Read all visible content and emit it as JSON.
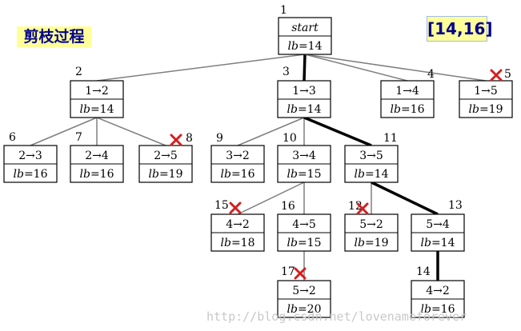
{
  "header": {
    "title": "剪枝过程",
    "bound": "[14,16]"
  },
  "edges": [
    {
      "from": "1",
      "to": "2",
      "bold": false
    },
    {
      "from": "1",
      "to": "3",
      "bold": true
    },
    {
      "from": "1",
      "to": "4",
      "bold": false
    },
    {
      "from": "1",
      "to": "5",
      "bold": false
    },
    {
      "from": "2",
      "to": "6",
      "bold": false
    },
    {
      "from": "2",
      "to": "7",
      "bold": false
    },
    {
      "from": "2",
      "to": "8",
      "bold": false
    },
    {
      "from": "3",
      "to": "9",
      "bold": false
    },
    {
      "from": "3",
      "to": "10",
      "bold": false
    },
    {
      "from": "3",
      "to": "11",
      "bold": true
    },
    {
      "from": "10",
      "to": "15",
      "bold": false
    },
    {
      "from": "10",
      "to": "16",
      "bold": false
    },
    {
      "from": "11",
      "to": "12",
      "bold": false
    },
    {
      "from": "11",
      "to": "13",
      "bold": true
    },
    {
      "from": "16",
      "to": "17",
      "bold": false
    },
    {
      "from": "13",
      "to": "14",
      "bold": true
    }
  ],
  "nodes": [
    {
      "id": "1",
      "top": "start",
      "top_italic": true,
      "lb_label": "lb",
      "lb_value": "=14",
      "pruned": false
    },
    {
      "id": "2",
      "top": "1→2",
      "top_italic": false,
      "lb_label": "lb",
      "lb_value": "=14",
      "pruned": false
    },
    {
      "id": "3",
      "top": "1→3",
      "top_italic": false,
      "lb_label": "lb",
      "lb_value": "=14",
      "pruned": false
    },
    {
      "id": "4",
      "top": "1→4",
      "top_italic": false,
      "lb_label": "lb",
      "lb_value": "=16",
      "pruned": false
    },
    {
      "id": "5",
      "top": "1→5",
      "top_italic": false,
      "lb_label": "lb",
      "lb_value": "=19",
      "pruned": true
    },
    {
      "id": "6",
      "top": "2→3",
      "top_italic": false,
      "lb_label": "lb",
      "lb_value": "=16",
      "pruned": false
    },
    {
      "id": "7",
      "top": "2→4",
      "top_italic": false,
      "lb_label": "lb",
      "lb_value": "=16",
      "pruned": false
    },
    {
      "id": "8",
      "top": "2→5",
      "top_italic": false,
      "lb_label": "lb",
      "lb_value": "=19",
      "pruned": true
    },
    {
      "id": "9",
      "top": "3→2",
      "top_italic": false,
      "lb_label": "lb",
      "lb_value": "=16",
      "pruned": false
    },
    {
      "id": "10",
      "top": "3→4",
      "top_italic": false,
      "lb_label": "lb",
      "lb_value": "=15",
      "pruned": false
    },
    {
      "id": "11",
      "top": "3→5",
      "top_italic": false,
      "lb_label": "lb",
      "lb_value": "=14",
      "pruned": false
    },
    {
      "id": "15",
      "top": "4→2",
      "top_italic": false,
      "lb_label": "lb",
      "lb_value": "=18",
      "pruned": true
    },
    {
      "id": "16",
      "top": "4→5",
      "top_italic": false,
      "lb_label": "lb",
      "lb_value": "=15",
      "pruned": false
    },
    {
      "id": "12",
      "top": "5→2",
      "top_italic": false,
      "lb_label": "lb",
      "lb_value": "=19",
      "pruned": true
    },
    {
      "id": "13",
      "top": "5→4",
      "top_italic": false,
      "lb_label": "lb",
      "lb_value": "=14",
      "pruned": false
    },
    {
      "id": "17",
      "top": "5→2",
      "top_italic": false,
      "lb_label": "lb",
      "lb_value": "=20",
      "pruned": true
    },
    {
      "id": "14",
      "top": "4→2",
      "top_italic": false,
      "lb_label": "lb",
      "lb_value": "=16",
      "pruned": false
    }
  ],
  "watermark": "http://blog.csdn.net/lovenameforever"
}
